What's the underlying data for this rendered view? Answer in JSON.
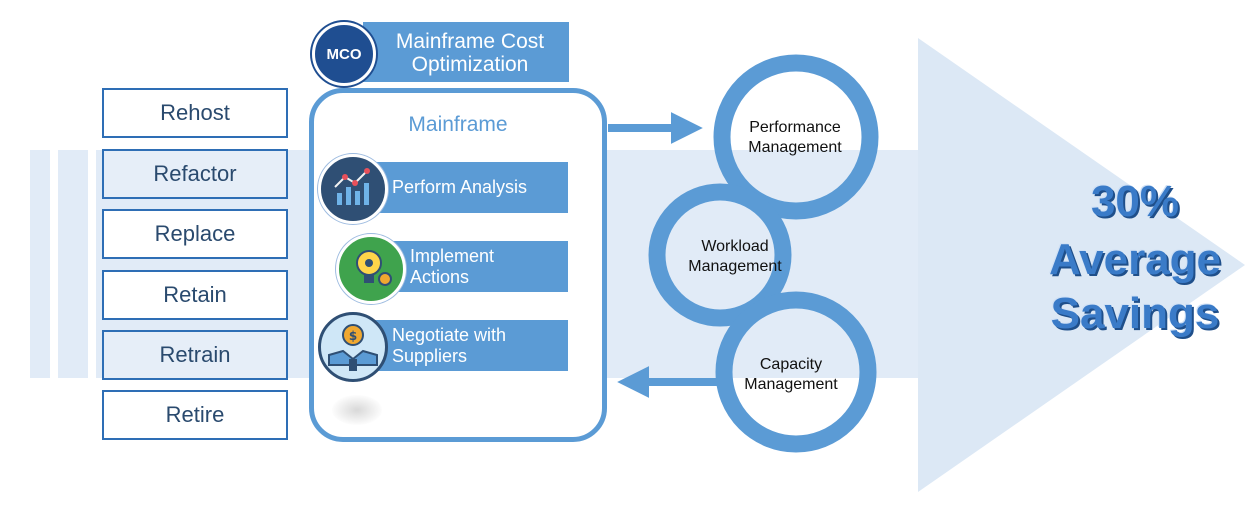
{
  "mco": {
    "badge": "MCO",
    "title_line1": "Mainframe Cost",
    "title_line2": "Optimization"
  },
  "strategies": [
    "Rehost",
    "Refactor",
    "Replace",
    "Retain",
    "Retrain",
    "Retire"
  ],
  "mainframe": {
    "title": "Mainframe",
    "steps": [
      {
        "line1": "Perform Analysis",
        "line2": "",
        "icon": "chart-analysis-icon"
      },
      {
        "line1": "Implement",
        "line2": "Actions",
        "icon": "lightbulb-gear-icon"
      },
      {
        "line1": "Negotiate with",
        "line2": "Suppliers",
        "icon": "handshake-dollar-icon"
      }
    ]
  },
  "cycle": [
    {
      "line1": "Performance",
      "line2": "Management"
    },
    {
      "line1": "Workload",
      "line2": "Management"
    },
    {
      "line1": "Capacity",
      "line2": "Management"
    }
  ],
  "savings": {
    "line1": "30%",
    "line2": "Average",
    "line3": "Savings"
  },
  "colors": {
    "primary_blue": "#5b9bd5",
    "dark_blue": "#2e6eb5",
    "light_band": "#dce8f5",
    "navy_badge": "#1f4e91"
  }
}
